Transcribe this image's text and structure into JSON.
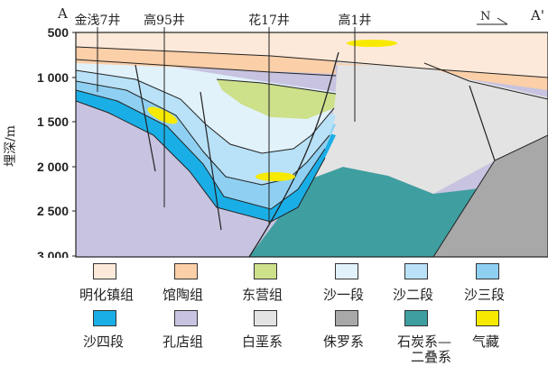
{
  "profile": {
    "start_label": "A",
    "end_label": "A'",
    "north_label": "N",
    "wells": [
      "金浅7井",
      "高95井",
      "花17井",
      "高1井"
    ]
  },
  "depth_axis": {
    "label": "埋深/m",
    "ticks": [
      "500",
      "1 000",
      "1 500",
      "2 000",
      "2 500",
      "3 000"
    ]
  },
  "legend": [
    {
      "key": "minghuazhen",
      "label": "明化镇组",
      "color": "#fde9d9"
    },
    {
      "key": "guantao",
      "label": "馆陶组",
      "color": "#fbcfa8"
    },
    {
      "key": "dongying",
      "label": "东营组",
      "color": "#cde08a"
    },
    {
      "key": "sha1",
      "label": "沙一段",
      "color": "#e2f2fb"
    },
    {
      "key": "sha2",
      "label": "沙二段",
      "color": "#b9e1f7"
    },
    {
      "key": "sha3",
      "label": "沙三段",
      "color": "#8fd0f2"
    },
    {
      "key": "sha4",
      "label": "沙四段",
      "color": "#1aaee6"
    },
    {
      "key": "kongdian",
      "label": "孔店组",
      "color": "#c7c3e0"
    },
    {
      "key": "cretaceous",
      "label": "白垩系",
      "color": "#e3e3e3"
    },
    {
      "key": "jurassic",
      "label": "侏罗系",
      "color": "#a8a8a8"
    },
    {
      "key": "carb_perm",
      "label": "石炭系—\n二叠系",
      "line1": "石炭系—",
      "line2": "二叠系",
      "color": "#3f9ea0"
    },
    {
      "key": "gas",
      "label": "气藏",
      "color": "#f7ea00"
    }
  ]
}
